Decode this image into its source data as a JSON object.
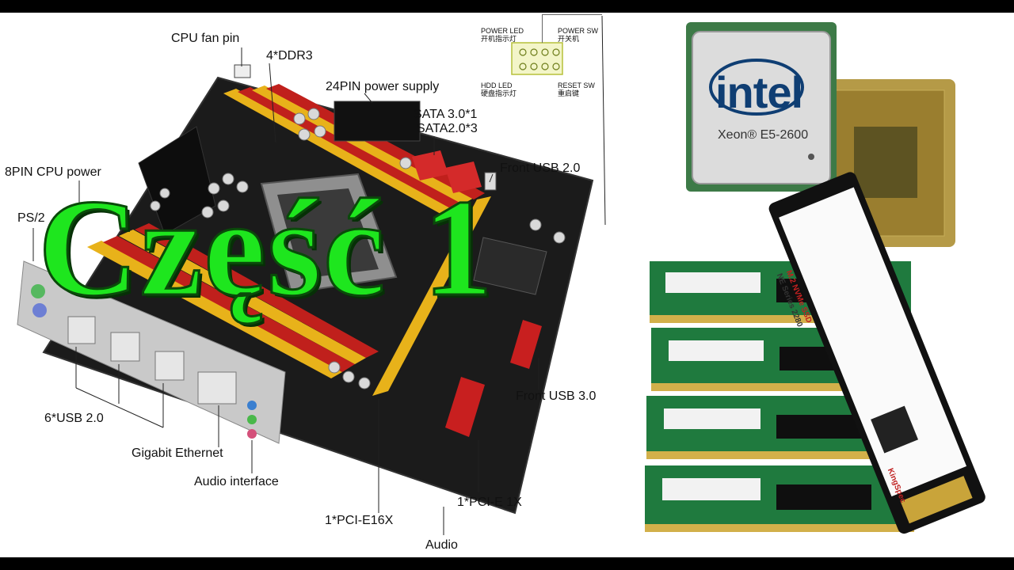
{
  "title": "Część 1",
  "labels": {
    "cpu_fan": "CPU fan pin",
    "ddr3": "4*DDR3",
    "power24": "24PIN power supply",
    "sata": "SATA 3.0*1",
    "sata2": "SATA2.0*3",
    "front_usb2": "Front USB 2.0",
    "cpu_power": "8PIN CPU power",
    "ps2": "PS/2",
    "front_usb3": "Front USB 3.0",
    "usb2": "6*USB 2.0",
    "gigabit": "Gigabit Ethernet",
    "audio_iface": "Audio interface",
    "pcie1x": "1*PCI-E 1X",
    "pcie16x": "1*PCI-E16X",
    "audio": "Audio"
  },
  "panel_header": {
    "power_led": "POWER LED",
    "power_led_cn": "开机指示灯",
    "power_sw": "POWER SW",
    "power_sw_cn": "开关机",
    "hdd_led": "HDD LED",
    "hdd_led_cn": "硬盘指示灯",
    "reset_sw": "RESET SW",
    "reset_sw_cn": "重启键"
  },
  "cpu": {
    "brand": "intel",
    "model": "Xeon® E5-2600"
  },
  "ssd": {
    "line1": "M.2 NVMe SSD",
    "line2": "NE Series 2280",
    "brand": "KingSpec"
  },
  "colors": {
    "title_green": "#1ee61e",
    "ram_slot_red": "#c0201c",
    "ram_slot_yellow": "#e8b21a",
    "pcb": "#1c1c1c",
    "intel_blue": "#0f3e73"
  }
}
